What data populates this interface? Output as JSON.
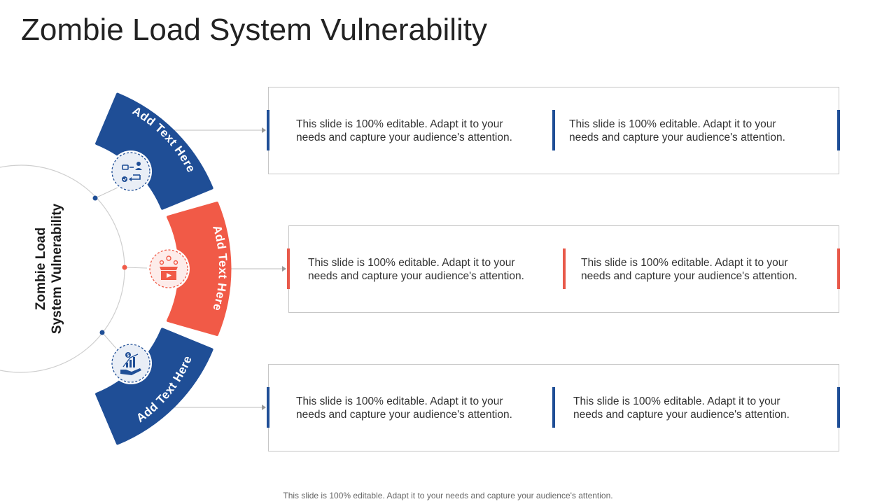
{
  "slide": {
    "title": "Zombie Load System Vulnerability",
    "footer": "This slide is 100% editable. Adapt it to your needs and capture your audience's attention."
  },
  "hub": {
    "line1": "Zombie Load",
    "line2": "System Vulnerability"
  },
  "segments": [
    {
      "label": "Add Text Here",
      "icon": "process-flow-user-icon",
      "color": "#1f4e96"
    },
    {
      "label": "Add Text Here",
      "icon": "gift-box-video-icon",
      "color": "#f15a47"
    },
    {
      "label": "Add Text Here",
      "icon": "hand-money-growth-icon",
      "color": "#1f4e96"
    }
  ],
  "rows": [
    {
      "accent": "#1f4e96",
      "items": [
        "This slide is 100% editable. Adapt it to your needs and capture your audience's attention.",
        "This slide is 100% editable. Adapt it to your needs and capture your audience's attention."
      ]
    },
    {
      "accent": "#e8594a",
      "items": [
        "This slide is 100% editable. Adapt it to your needs and capture your audience's attention.",
        "This slide is 100% editable. Adapt it to your needs and capture your audience's attention."
      ]
    },
    {
      "accent": "#1f4e96",
      "items": [
        "This slide is 100% editable. Adapt it to your needs and capture your audience's attention.",
        "This slide is 100% editable. Adapt it to your needs and capture your audience's attention."
      ]
    }
  ]
}
